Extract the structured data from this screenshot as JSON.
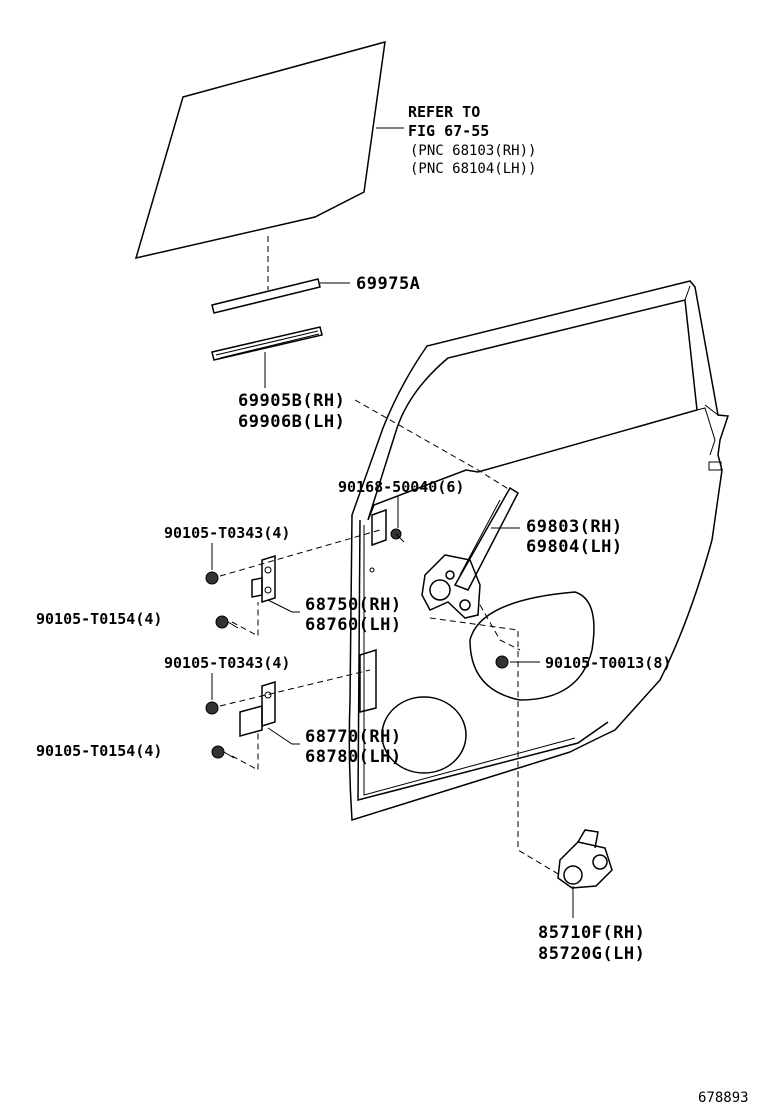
{
  "refer": {
    "line1": "REFER TO",
    "line2": "FIG 67-55",
    "line3": "(PNC 68103(RH))",
    "line4": "(PNC 68104(LH))"
  },
  "parts": {
    "p69975a": "69975A",
    "p69905b": "69905B(RH)",
    "p69906b": "69906B(LH)",
    "p90168": "90168-50040(6)",
    "p69803": "69803(RH)",
    "p69804": "69804(LH)",
    "p90105_t0343_top": "90105-T0343(4)",
    "p90105_t0154_top": "90105-T0154(4)",
    "p68750": "68750(RH)",
    "p68760": "68760(LH)",
    "p90105_t0343_bot": "90105-T0343(4)",
    "p90105_t0013": "90105-T0013(8)",
    "p68770": "68770(RH)",
    "p68780": "68780(LH)",
    "p90105_t0154_bot": "90105-T0154(4)",
    "p85710f": "85710F(RH)",
    "p85720g": "85720G(LH)"
  },
  "figure_id": "678893"
}
